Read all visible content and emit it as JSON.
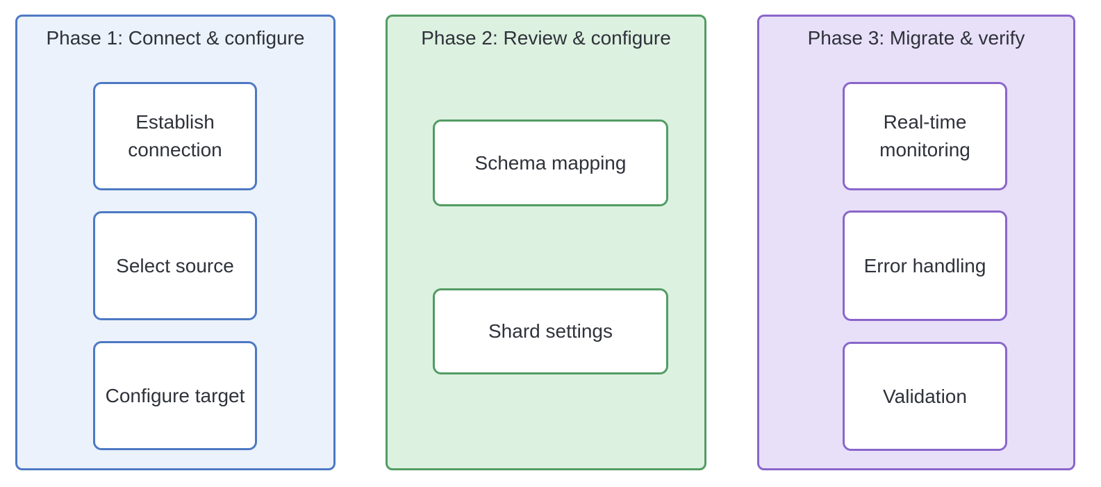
{
  "diagram": {
    "type": "phase-flow",
    "text_color": "#2f323a",
    "node_fill": "#ffffff",
    "phases": [
      {
        "title": "Phase 1: Connect & configure",
        "accent_border": "#4d79c4",
        "fill": "#ecf2fb",
        "nodes": [
          {
            "label": "Establish\nconnection"
          },
          {
            "label": "Select source"
          },
          {
            "label": "Configure target"
          }
        ]
      },
      {
        "title": "Phase 2: Review & configure",
        "accent_border": "#529c62",
        "fill": "#ddf1e1",
        "nodes": [
          {
            "label": "Schema mapping"
          },
          {
            "label": "Shard settings"
          }
        ]
      },
      {
        "title": "Phase 3: Migrate & verify",
        "accent_border": "#8a66ca",
        "fill": "#e8e0f9",
        "nodes": [
          {
            "label": "Real-time\nmonitoring"
          },
          {
            "label": "Error handling"
          },
          {
            "label": "Validation"
          }
        ]
      }
    ]
  }
}
